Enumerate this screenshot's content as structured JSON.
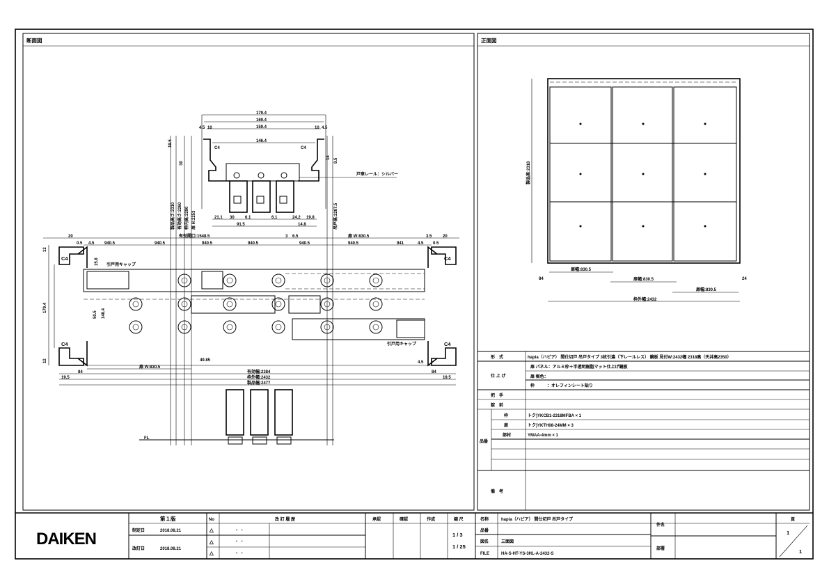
{
  "sections": {
    "left_title": "断面図",
    "right_title": "正面図"
  },
  "plan": {
    "top": [
      "179.4",
      "169.4",
      "159.4",
      "146.4",
      "C4",
      "C4",
      "19.5",
      "30",
      "14",
      "9.5",
      "4.5",
      "10",
      "10",
      "4.5",
      "戸車レール：シルバー",
      "21.1",
      "30",
      "6.1",
      "6.1",
      "24.2",
      "91.5",
      "14.8",
      "19.8"
    ],
    "vertical": [
      "製品高さ:2310",
      "有効高さ:2260",
      "枠内高:2290",
      "扉 H:2253",
      "吊戸高:2287.5"
    ],
    "main": [
      "20",
      "0.5",
      "4.5",
      "940.5",
      "940.5",
      "有効開口:1548.5",
      "940.5",
      "940.5",
      "3",
      "6.5",
      "940.5",
      "扉 W:830.5",
      "940.5",
      "941",
      "4.5",
      "3.5",
      "20",
      "0.5",
      "12",
      "C4",
      "C4",
      "C4",
      "C4",
      "15.8",
      "引戸用キャップ",
      "引戸用キャップ",
      "50.5",
      "148.4",
      "179.4",
      "12",
      "扉 W:830.5",
      "49.85",
      "84",
      "84",
      "4.5",
      "有効幅:2384",
      "枠外幅:2432",
      "製品幅:2477",
      "19.5",
      "19.5",
      "FL"
    ]
  },
  "elevation": {
    "height": "製品高:2318",
    "dims": [
      "扉幅:830.5",
      "扉幅:830.5",
      "扉幅:830.5",
      "84",
      "24",
      "枠外幅:2432"
    ]
  },
  "spec": {
    "type_label": "形　式",
    "type_value": "hapia（ハピア） 間仕切戸 吊戸タイプ 3枚引違（下レールレス） 鏡板 見付W:2432幅 2318高（天井高2350）",
    "finish_label": "仕 上 げ",
    "finish": [
      "扉 パネル：アルミ枠＋半透明樹脂マット仕上げ鏡板",
      "扉 框色：",
      "枠　　　：オレフィンシート貼り"
    ],
    "handle_label": "把　手",
    "lock_label": "錠　前",
    "parts_label": "品番",
    "parts": [
      {
        "name": "枠",
        "value": "トク)YKCB1-2318MFBA × 1"
      },
      {
        "name": "扉",
        "value": "トク)YKTH08-24MM × 3"
      },
      {
        "name": "部材",
        "value": "YMAA-4mm × 1"
      }
    ],
    "remarks_label": "備　考"
  },
  "titleblock": {
    "logo": "DAIKEN",
    "edition": "第１版",
    "established_label": "制定日",
    "established_date": "2018.08.21",
    "revised_label": "改訂日",
    "revised_date": "2018.08.21",
    "no_label": "No",
    "history_label": "改 訂 履 歴",
    "history_rows": [
      "・ ・",
      "・ ・",
      "・ ・"
    ],
    "approve": "承認",
    "check": "確認",
    "create": "作成",
    "scale_label": "縮 尺",
    "scale1": "1 / 3",
    "scale2": "1 / 25",
    "name_label": "名称",
    "name_value": "hapia（ハピア） 間仕切戸 吊戸タイプ",
    "partno_label": "品番",
    "drawing_label": "図名",
    "drawing_value": "三面図",
    "file_label": "FILE",
    "file_value": "HA-S-HT-YS-3HL-A-2432-S",
    "subject_label": "件名",
    "dept_label": "部署",
    "page_label": "頁",
    "page_num": "1",
    "page_total": "1"
  }
}
